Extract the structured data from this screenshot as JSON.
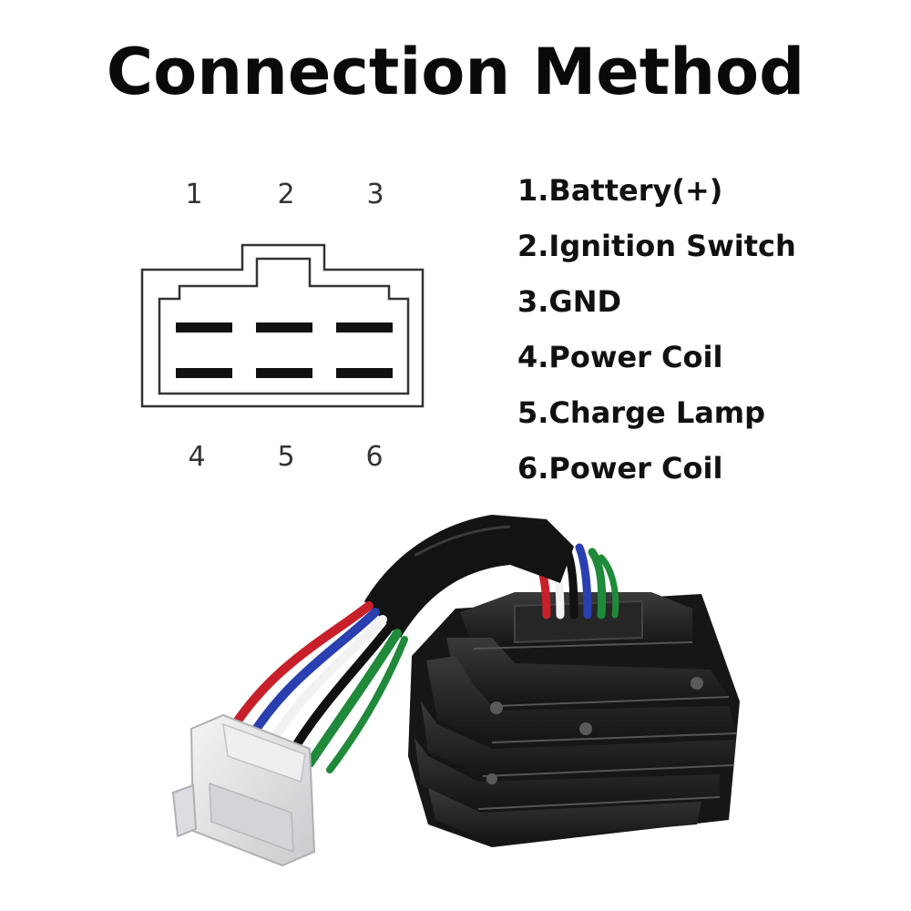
{
  "title": "Connection Method",
  "connector": {
    "pin_numbers_top": [
      "1",
      "2",
      "3"
    ],
    "pin_numbers_bottom": [
      "4",
      "5",
      "6"
    ]
  },
  "legend": [
    "1.Battery(+)",
    "2.Ignition Switch",
    "3.GND",
    "4.Power Coil",
    "5.Charge Lamp",
    "6.Power Coil"
  ],
  "colors": {
    "text": "#111111",
    "regulator_body": "#1e1e1e",
    "connector_plug": "#e8e8ea",
    "wire_red": "#c8202a",
    "wire_white": "#f2f2f2",
    "wire_blue": "#2a3fb0",
    "wire_green": "#1f8a3a",
    "wire_black": "#111111"
  }
}
